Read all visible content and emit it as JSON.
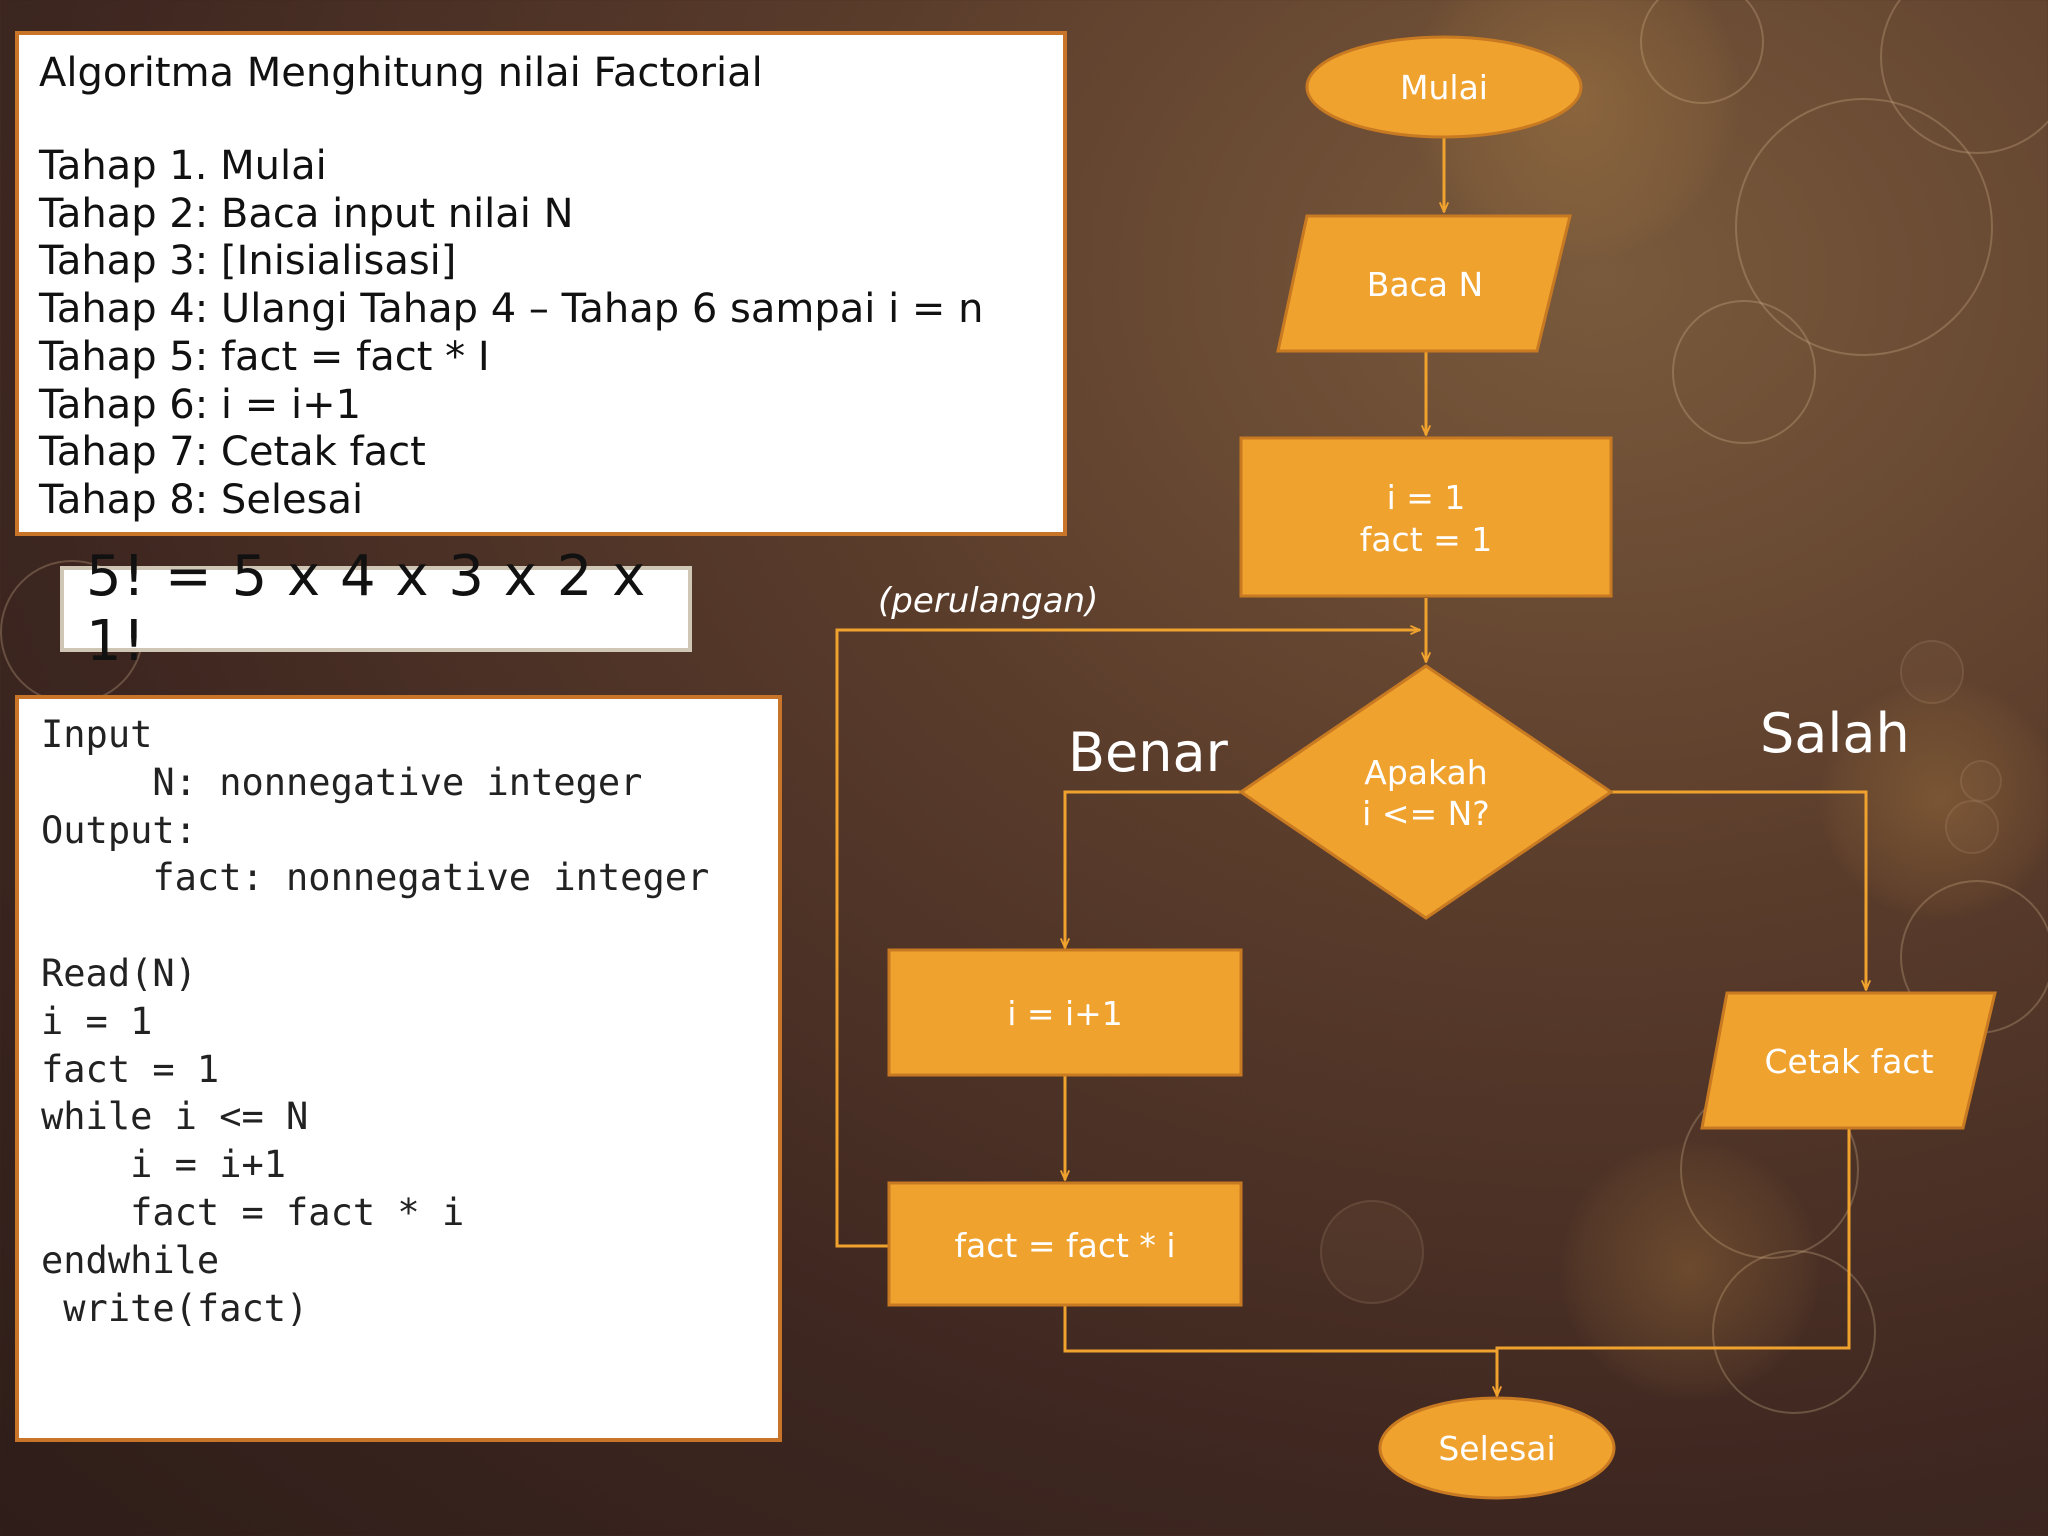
{
  "algorithm": {
    "title": "Algoritma Menghitung nilai Factorial",
    "steps": [
      "Tahap 1. Mulai",
      "Tahap 2: Baca input nilai N",
      "Tahap 3: [Inisialisasi]",
      "Tahap 4: Ulangi Tahap 4 – Tahap 6 sampai i = n",
      "Tahap 5: fact = fact * I",
      "Tahap 6: i = i+1",
      "Tahap 7: Cetak fact",
      "Tahap 8: Selesai"
    ]
  },
  "formula": "5! = 5 x 4 x 3 x 2 x 1!",
  "pseudocode": [
    "Input",
    "     N: nonnegative integer",
    "Output:",
    "     fact: nonnegative integer",
    "",
    "Read(N)",
    "i = 1",
    "fact = 1",
    "while i <= N",
    "    i = i+1",
    "    fact = fact * i",
    "endwhile",
    " write(fact)"
  ],
  "flowchart": {
    "start": "Mulai",
    "input": "Baca N",
    "init_line1": "i = 1",
    "init_line2": "fact = 1",
    "loop_label": "(perulangan)",
    "decision_line1": "Apakah",
    "decision_line2": "i <= N?",
    "true_label": "Benar",
    "false_label": "Salah",
    "increment": "i = i+1",
    "multiply": "fact = fact * i",
    "output": "Cetak fact",
    "end": "Selesai"
  },
  "colors": {
    "shape_fill": "#f0a22e",
    "shape_stroke": "#c87a22",
    "connector": "#f0a22e",
    "panel_border": "#c8752a"
  }
}
